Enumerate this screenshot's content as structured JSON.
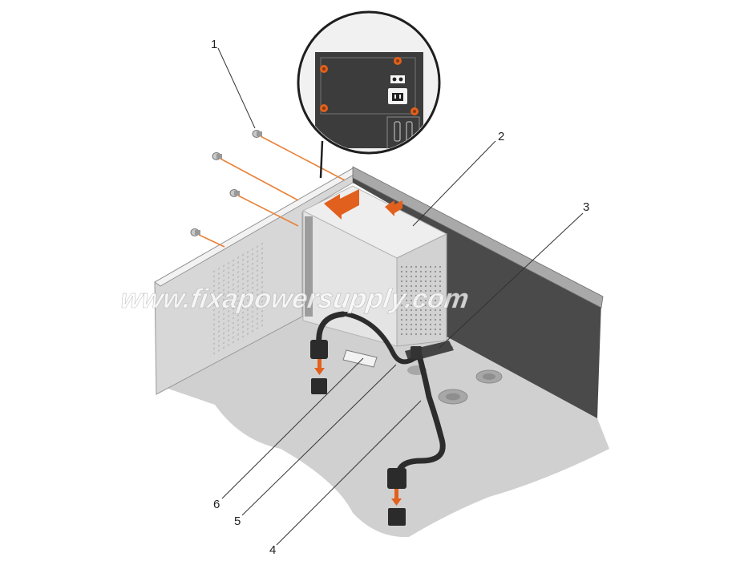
{
  "watermark": "www.fixapowersupply.com",
  "callouts": [
    {
      "number": "1"
    },
    {
      "number": "2"
    },
    {
      "number": "3"
    },
    {
      "number": "4"
    },
    {
      "number": "5"
    },
    {
      "number": "6"
    }
  ],
  "colors": {
    "arrow": "#e2601d",
    "screw_guide": "#e8823a",
    "floor": "#cfcfcf",
    "wall_dark": "#3f3f3f",
    "psu_body": "#e6e6e6",
    "cable": "#2c2c2c"
  },
  "icons": [
    "power-switch-icon",
    "power-socket-icon",
    "screw-icon",
    "down-arrow-icon",
    "push-arrow-icon"
  ]
}
